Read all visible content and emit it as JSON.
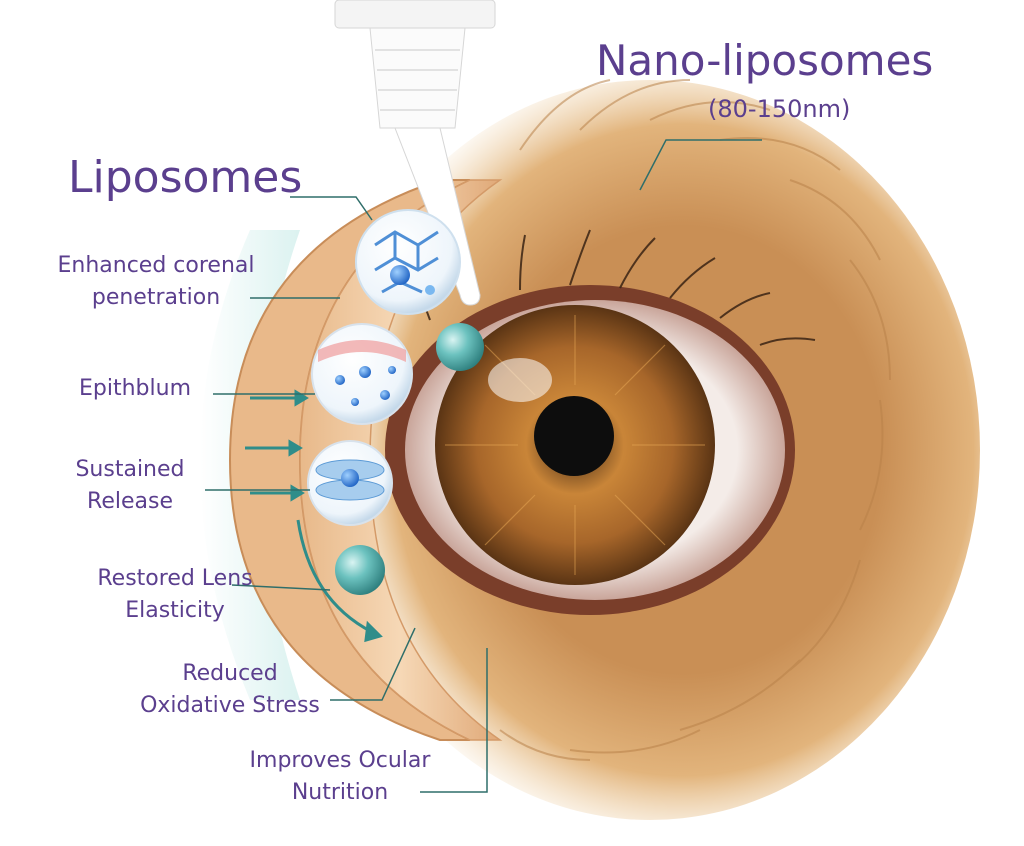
{
  "title_left": "Liposomes",
  "title_right": "Nano-liposomes",
  "title_right_sub": "(80-150nm)",
  "labels": {
    "corneal": [
      "Enhanced corenal",
      "penetration"
    ],
    "epith": [
      "Epithblum"
    ],
    "sustained": [
      "Sustained",
      "Release"
    ],
    "lens": [
      "Restored Lens",
      "Elasticity"
    ],
    "oxidative": [
      "Reduced",
      "Oxidative Stress"
    ],
    "nutrition": [
      "Improves Ocular",
      "Nutrition"
    ]
  },
  "colors": {
    "text": "#5b3f8e",
    "leader": "#2f6e6a",
    "fur_light": "#e7bf8a",
    "fur_dark": "#a9713d",
    "iris_outer": "#7a4a1e",
    "iris_inner": "#d4923e",
    "pupil": "#0d0d0d",
    "teal_sphere": "#5fb8b8",
    "cornea_layer": "#f1c9a0"
  },
  "icons": {
    "dropper": "dropper-bottle-icon",
    "liposome_sphere": "liposome-sphere-icon",
    "molecular_lattice": "molecular-lattice-icon",
    "cell_layer": "cell-layer-icon",
    "lipid_bilayer": "lipid-bilayer-icon",
    "penetration_arrow": "arrow-icon"
  }
}
